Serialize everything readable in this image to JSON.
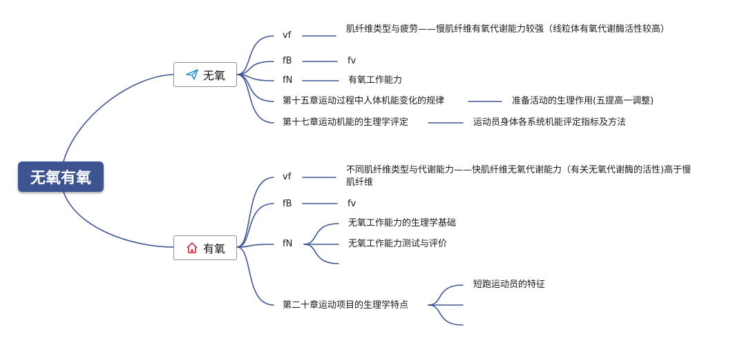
{
  "root": {
    "label": "无氧有氧"
  },
  "branches": [
    {
      "label": "无氧",
      "icon": "paper-plane-icon",
      "children": [
        {
          "label": "vf",
          "child": "肌纤维类型与疲劳——慢肌纤维有氧代谢能力较强（线粒体有氧代谢酶活性较高）"
        },
        {
          "label": "fB",
          "child": "fv"
        },
        {
          "label": "fN",
          "child": "有氧工作能力"
        },
        {
          "label": "第十五章运动过程中人体机能变化的规律",
          "child": "准备活动的生理作用(五提高一调整)"
        },
        {
          "label": "第十七章运动机能的生理学评定",
          "child": "运动员身体各系统机能评定指标及方法"
        }
      ]
    },
    {
      "label": "有氧",
      "icon": "home-icon",
      "children": [
        {
          "label": "vf",
          "child": "不同肌纤维类型与代谢能力——快肌纤维无氧代谢能力（有关无氧代谢酶的活性)高于慢肌纤维"
        },
        {
          "label": "fB",
          "child": "fv"
        },
        {
          "label": "fN",
          "children": [
            "无氧工作能力的生理学基础",
            "无氧工作能力测试与评价",
            ""
          ]
        },
        {
          "label": "第二十章运动项目的生理学特点",
          "children": [
            "短跑运动员的特征",
            "",
            ""
          ]
        }
      ]
    }
  ],
  "colors": {
    "line": "#3d5491",
    "root_fill": "#3d5491",
    "plane_icon": "#2a8fd0",
    "home_icon": "#d0344a"
  }
}
